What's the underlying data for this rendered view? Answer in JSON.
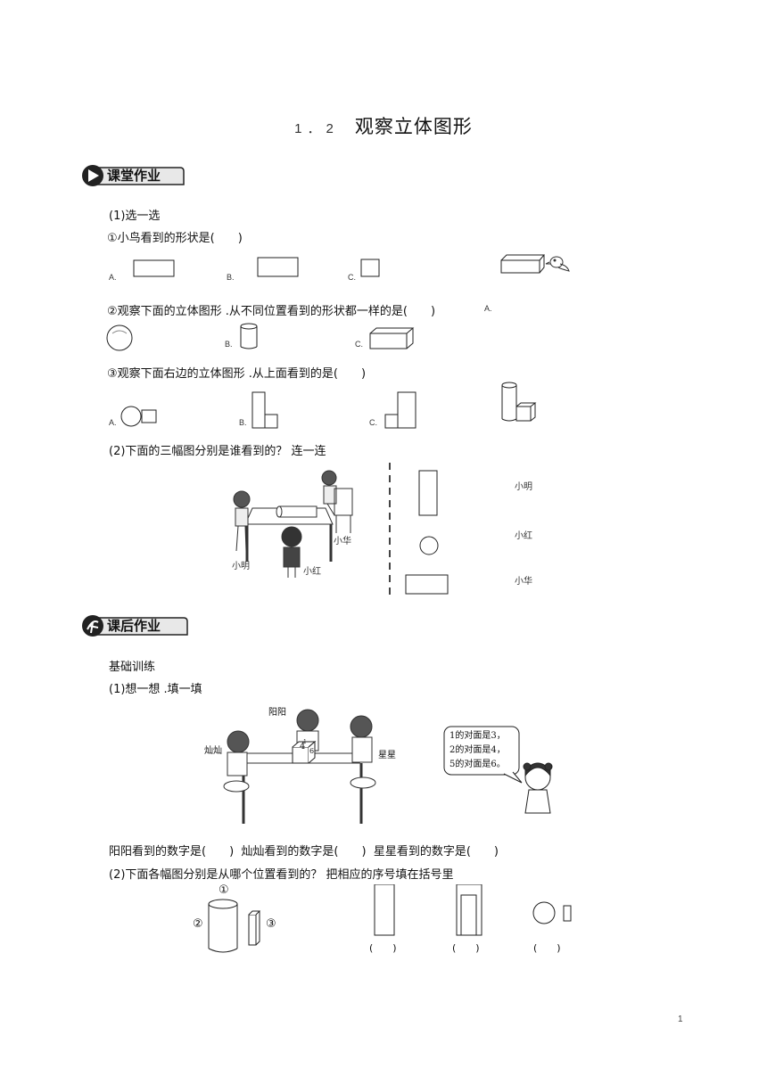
{
  "title": {
    "number": "1．2",
    "text": "观察立体图形"
  },
  "section1": {
    "badge": "课堂作业",
    "q1_head": "(1)选一选",
    "q1_1": "①小鸟看到的形状是(　　)",
    "q1_1_opts": [
      "A.",
      "B.",
      "C."
    ],
    "q1_2": "②观察下面的立体图形 .从不同位置看到的形状都一样的是(　　)",
    "q1_2_opts": [
      "A.",
      "B.",
      "C."
    ],
    "q1_3": "③观察下面右边的立体图形 .从上面看到的是(　　)",
    "q1_3_opts": [
      "A.",
      "B.",
      "C."
    ],
    "q2_head": "(2)下面的三幅图分别是谁看到的？ 连一连",
    "scene_labels": {
      "xiaoming": "小明",
      "xiaohong": "小红",
      "xiaohua": "小华"
    },
    "match_names": [
      "小明",
      "小红",
      "小华"
    ]
  },
  "section2": {
    "badge": "课后作业",
    "sub_head": "基础训练",
    "q1_head": "(1)想一想 .填一填",
    "scene_labels": {
      "yangyang": "阳阳",
      "canxian": "灿灿",
      "xingxing": "星星"
    },
    "speech": [
      "1的对面是3，",
      "2的对面是4，",
      "5的对面是6。"
    ],
    "cube_faces": [
      "1",
      "4",
      "6"
    ],
    "fill_line": "阳阳看到的数字是(　　)  灿灿看到的数字是(　　)  星星看到的数字是(　　)",
    "q2_head": "(2)下面各幅图分别是从哪个位置看到的？ 把相应的序号填在括号里",
    "markers": [
      "①",
      "②",
      "③"
    ],
    "answer_blank": "(　　)"
  },
  "page_number": "1"
}
